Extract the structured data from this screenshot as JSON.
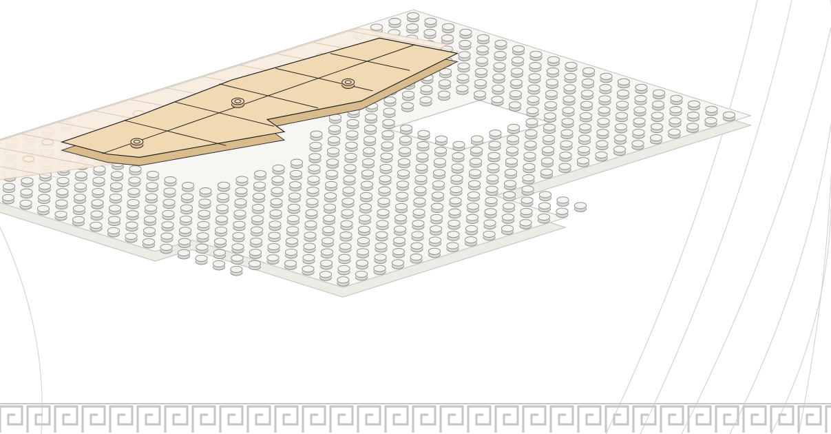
{
  "image": {
    "subject": "lego-baseplate-building-step",
    "colors": {
      "background": "#ffffff",
      "baseplate_top": "#f7f6f3",
      "baseplate_side": "#ecebe6",
      "baseplate_edge": "#c9c7c2",
      "stud_top": "#f4f3ef",
      "stud_side": "#d9d7d1",
      "stud_outline": "#8c8a86",
      "new_tile": "#f1d9b3",
      "new_tile_side": "#d9bb8c",
      "ghost_tile": "#f8ede0",
      "ghost_outline": "#d8c7b0",
      "border_pattern": "#c8c8c8",
      "swoosh": "#d4d4d4"
    },
    "elements": {
      "baseplate": "white-baseplate",
      "placed_tiles": "tan-tiles",
      "previous_tiles": "faded-tiles",
      "pattern": "greek-key-border"
    }
  }
}
